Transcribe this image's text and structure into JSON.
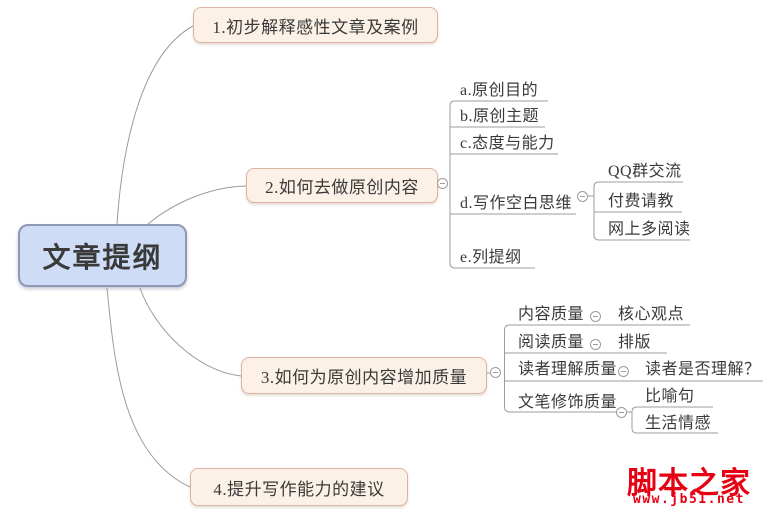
{
  "colors": {
    "root_fill": "#cfdcf5",
    "root_border": "#8d99b6",
    "branch_fill": "#fbf1e7",
    "branch_border": "#dcb2a2",
    "connector_line": "#9c9c9c",
    "text": "#3a3a3a",
    "watermark_red": "#e60012"
  },
  "icons": {
    "collapse": "minus-circle-icon"
  },
  "tree": {
    "label": "文章提纲",
    "children": [
      {
        "label": "1.初步解释感性文章及案例",
        "children": []
      },
      {
        "label": "2.如何去做原创内容",
        "children": [
          {
            "label": "a.原创目的",
            "children": []
          },
          {
            "label": "b.原创主题",
            "children": []
          },
          {
            "label": "c.态度与能力",
            "children": []
          },
          {
            "label": "d.写作空白思维",
            "children": [
              {
                "label": "QQ群交流",
                "children": []
              },
              {
                "label": "付费请教",
                "children": []
              },
              {
                "label": "网上多阅读",
                "children": []
              }
            ]
          },
          {
            "label": "e.列提纲",
            "children": []
          }
        ]
      },
      {
        "label": "3.如何为原创内容增加质量",
        "children": [
          {
            "label": "内容质量",
            "children": [
              {
                "label": "核心观点",
                "children": []
              }
            ]
          },
          {
            "label": "阅读质量",
            "children": [
              {
                "label": "排版",
                "children": []
              }
            ]
          },
          {
            "label": "读者理解质量",
            "children": [
              {
                "label": "读者是否理解？",
                "children": []
              }
            ]
          },
          {
            "label": "文笔修饰质量",
            "children": [
              {
                "label": "比喻句",
                "children": []
              },
              {
                "label": "生活情感",
                "children": []
              }
            ]
          }
        ]
      },
      {
        "label": "4.提升写作能力的建议",
        "children": []
      }
    ]
  },
  "watermark": {
    "site_name": "脚本之家",
    "site_url": "www.jb51.net"
  }
}
